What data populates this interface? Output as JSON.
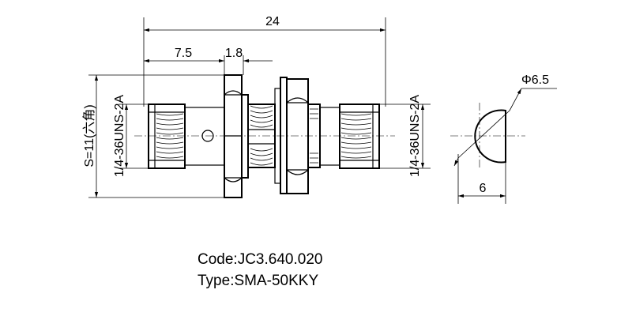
{
  "dimensions": {
    "overall_length": "24",
    "front_length": "7.5",
    "flange_thickness": "1.8",
    "hex_size": "S=11(六角)",
    "thread_left": "1/4-36UNS-2A",
    "thread_right": "1/4-36UNS-2A",
    "panel_diameter": "Φ6.5",
    "flat_width": "6"
  },
  "product": {
    "code": "Code:JC3.640.020",
    "type": "Type:SMA-50KKY"
  }
}
